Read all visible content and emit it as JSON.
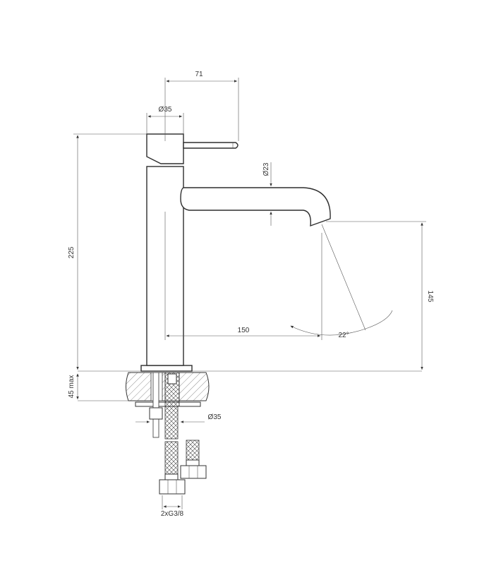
{
  "dimensions": {
    "d71": "71",
    "d35_top": "Ø35",
    "d23": "Ø23",
    "d225": "225",
    "d150": "150",
    "d145": "145",
    "angle": "22°",
    "d45": "45 max",
    "d35_bottom": "Ø35",
    "thread": "2xG3/8"
  }
}
